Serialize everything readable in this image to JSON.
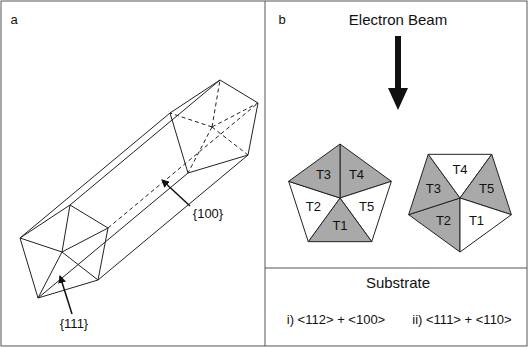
{
  "diagram": {
    "labels": [
      "a",
      "{111}",
      "{100}",
      "b",
      "Electron Beam",
      "T3",
      "T4",
      "T2",
      "T5",
      "T1",
      "T3",
      "T4",
      "T2",
      "T5",
      "T1",
      "Substrate",
      "i) <112> + <100>",
      "ii) <111> + <110>"
    ]
  }
}
